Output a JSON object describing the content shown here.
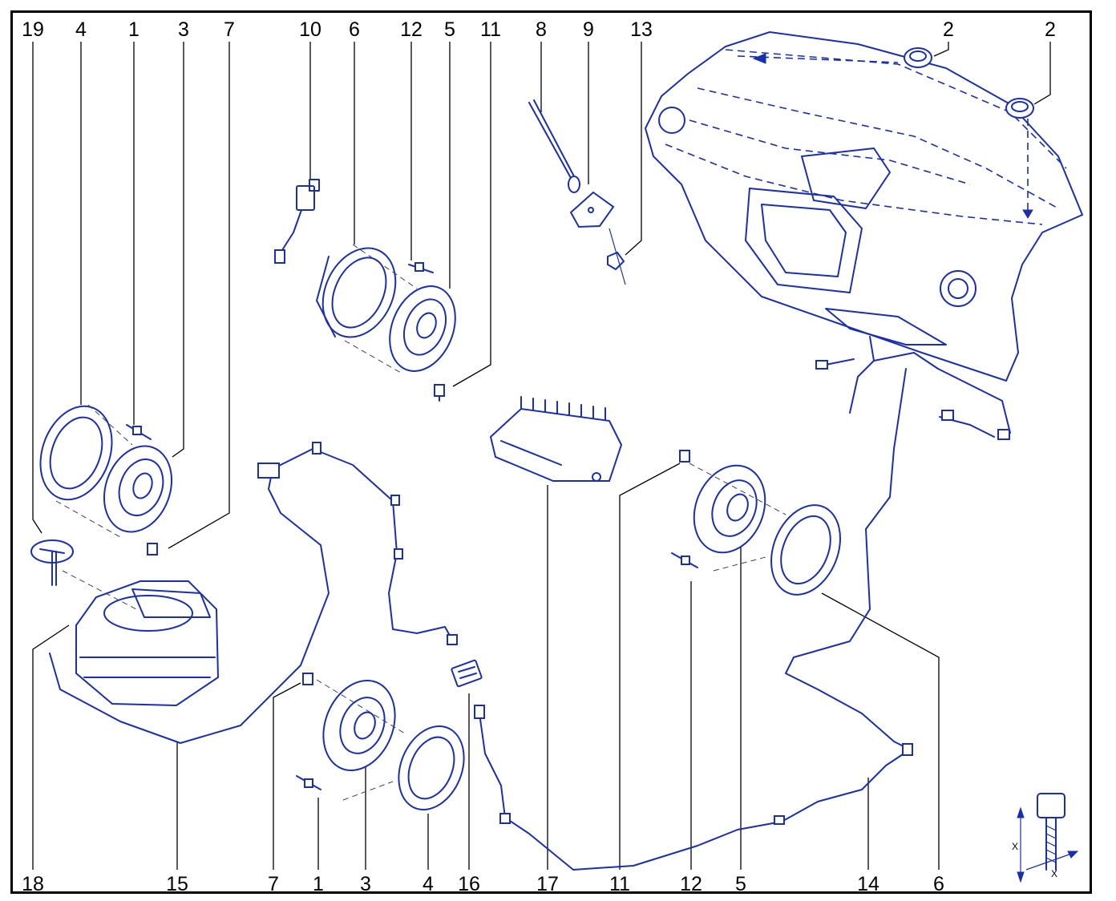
{
  "callouts_top": [
    "19",
    "4",
    "1",
    "3",
    "7",
    "10",
    "6",
    "12",
    "5",
    "11",
    "8",
    "9",
    "13",
    "2",
    "2"
  ],
  "callouts_bottom": [
    "18",
    "15",
    "7",
    "1",
    "3",
    "4",
    "16",
    "17",
    "11",
    "12",
    "5",
    "14",
    "6"
  ],
  "torque_symbol": {
    "x_label_1": "X",
    "x_label_2": "X"
  },
  "colors": {
    "line_art": "#1a2fb0",
    "callouts": "#000000",
    "frame": "#000000"
  }
}
